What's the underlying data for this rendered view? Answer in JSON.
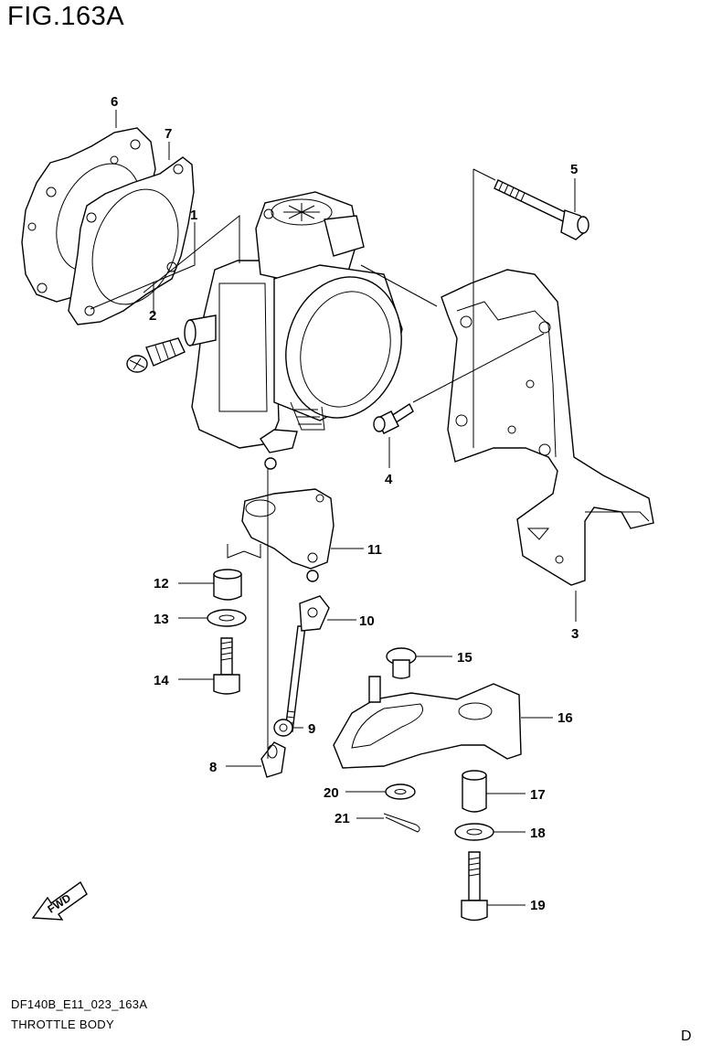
{
  "figure": {
    "title": "FIG.163A",
    "code": "DF140B_E11_023_163A",
    "name": "THROTTLE BODY",
    "corner_mark": "D",
    "fwd_label": "FWD"
  },
  "callouts": [
    "1",
    "2",
    "3",
    "4",
    "5",
    "6",
    "7",
    "8",
    "9",
    "10",
    "11",
    "12",
    "13",
    "14",
    "15",
    "16",
    "17",
    "18",
    "19",
    "20",
    "21"
  ]
}
